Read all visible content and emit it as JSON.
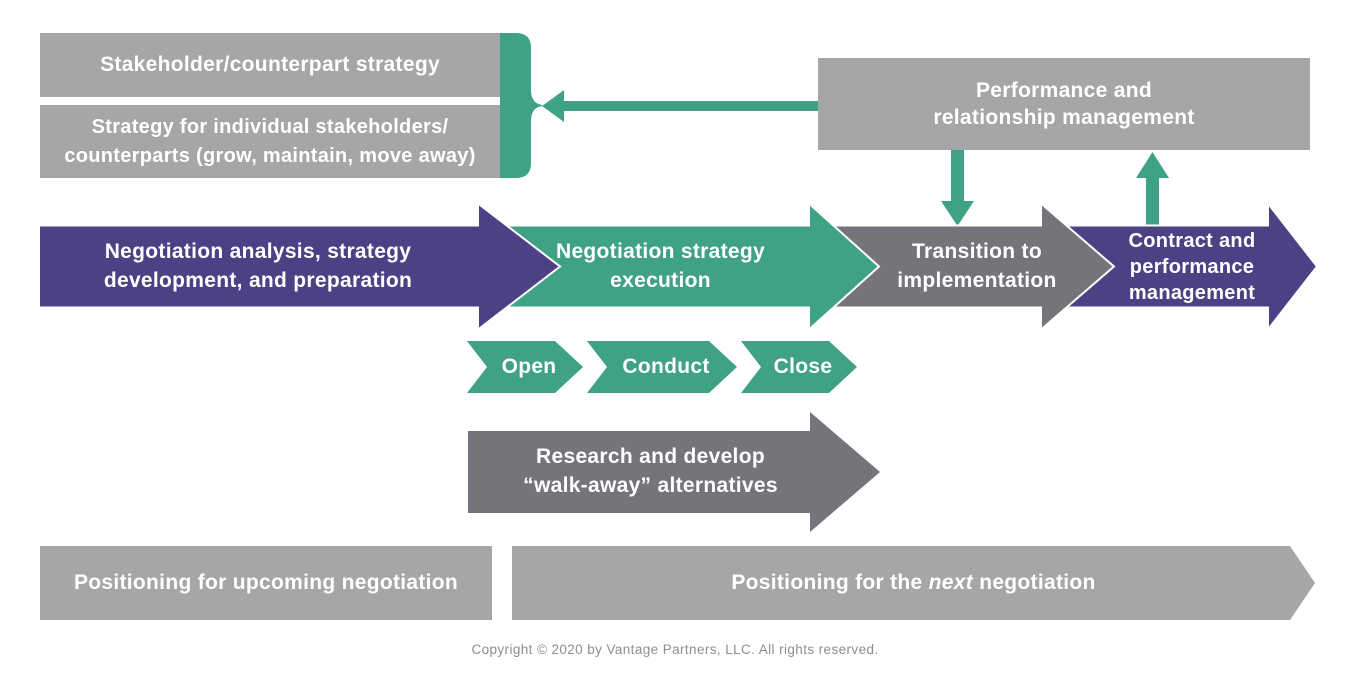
{
  "colors": {
    "purple": "#4d4185",
    "teal_green": "#3fa287",
    "light_gray": "#a6a5a8",
    "dark_gray": "#75747a",
    "white_text": "#ffffff",
    "copyright_gray": "#8e8e8e"
  },
  "strategy_boxes": {
    "box1": "Stakeholder/counterpart strategy",
    "box2_line1": "Strategy for individual stakeholders/",
    "box2_line2": "counterparts (grow, maintain, move away)"
  },
  "performance_box": {
    "line1": "Performance and",
    "line2": "relationship management"
  },
  "main_flow": {
    "step1": {
      "line1": "Negotiation analysis, strategy",
      "line2": "development, and preparation"
    },
    "step2": {
      "line1": "Negotiation strategy",
      "line2": "execution"
    },
    "step3": {
      "line1": "Transition to",
      "line2": "implementation"
    },
    "step4": {
      "line1": "Contract and",
      "line2": "performance",
      "line3": "management"
    }
  },
  "execution_phases": {
    "open": "Open",
    "conduct": "Conduct",
    "close": "Close"
  },
  "research_arrow": {
    "line1": "Research and develop",
    "line2": "“walk-away” alternatives"
  },
  "positioning": {
    "upcoming": "Positioning for upcoming negotiation",
    "next_prefix": "Positioning for the ",
    "next_word": "next",
    "next_suffix": " negotiation"
  },
  "footer": {
    "copyright": "Copyright © 2020 by Vantage Partners, LLC. All rights reserved."
  }
}
